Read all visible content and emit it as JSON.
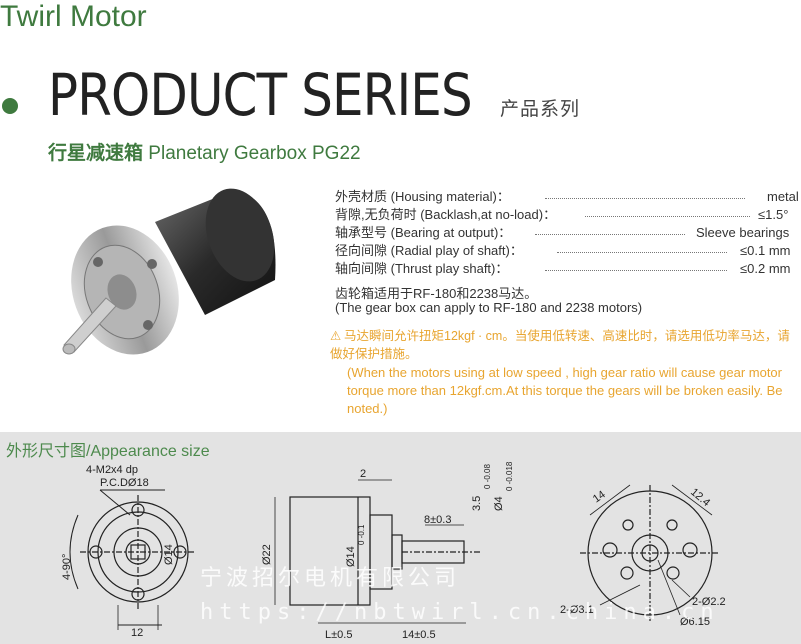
{
  "brand": "Twirl Motor",
  "series_title": "PRODUCT SERIES",
  "series_title_cn": "产品系列",
  "subtitle_cn": "行星减速箱",
  "subtitle_en": "Planetary Gearbox  PG22",
  "specs": [
    {
      "label": "外壳材质  (Housing material)：",
      "value": "metal"
    },
    {
      "label": "背隙,无负荷时  (Backlash,at no-load)：",
      "value": "≤1.5°"
    },
    {
      "label": "轴承型号  (Bearing at output)：",
      "value": "Sleeve bearings"
    },
    {
      "label": "径向间隙  (Radial play of shaft)：",
      "value": "≤0.1 mm"
    },
    {
      "label": "轴向间隙  (Thrust play shaft)：",
      "value": "≤0.2 mm"
    }
  ],
  "note_cn": "齿轮箱适用于RF-180和2238马达。",
  "note_en": "(The gear box can apply to RF-180 and 2238 motors)",
  "warning_cn": "马达瞬间允许扭矩12kgf · cm。当使用低转速、高速比时，请选用低功率马达，请做好保护措施。",
  "warning_en": "(When the motors using at low speed , high gear ratio will cause gear motor torque more than 12kgf.cm.At this torque the gears will be broken easily. Be noted.)",
  "section_title": "外形尺寸图/Appearance size",
  "drawing": {
    "front": {
      "thread": "4-M2x4  dp",
      "pcd": "P.C.DØ18",
      "angle": "4-90°",
      "dia": "Ø14",
      "width": "12"
    },
    "side": {
      "top": "2",
      "shaft_len": "8±0.3",
      "hub": "3.5",
      "hub_tol": "0\n-0.08",
      "shaft_dia": "Ø4",
      "shaft_tol": "0\n-0.018",
      "body_dia": "Ø22",
      "boss_dia": "Ø14",
      "boss_tol": "0\n-0.1",
      "L": "L±0.5",
      "out": "14±0.5"
    },
    "back": {
      "d1": "14",
      "d2": "12.4",
      "holes1": "2-Ø3.1",
      "holes2": "2-Ø2.2",
      "center": "Ø6.15"
    }
  },
  "watermark_cn": "宁波招尔电机有限公司",
  "watermark_url": "https://nbtwirl.cn.china.cn"
}
